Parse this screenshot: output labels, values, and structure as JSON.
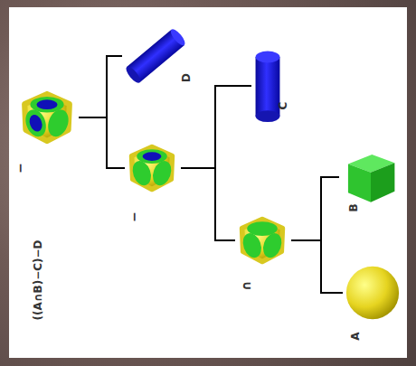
{
  "diagram": {
    "nodes": [
      {
        "text": [
          "−"
        ]
      },
      {
        "text": [
          "D"
        ]
      },
      {
        "text": [
          "−"
        ]
      },
      {
        "text": [
          "C"
        ]
      },
      {
        "text": [
          "∩"
        ]
      },
      {
        "text": [
          "B"
        ]
      },
      {
        "text": [
          "A"
        ]
      }
    ],
    "edges": [
      {
        "from": 0,
        "to": 1,
        "arrow": "none"
      },
      {
        "from": 0,
        "to": 2,
        "arrow": "none"
      },
      {
        "from": 2,
        "to": 3,
        "arrow": "none"
      },
      {
        "from": 2,
        "to": 4,
        "arrow": "none"
      },
      {
        "from": 4,
        "to": 5,
        "arrow": "none"
      },
      {
        "from": 4,
        "to": 6,
        "arrow": "none"
      }
    ],
    "labels": [
      "((A∩B)−C)−D"
    ]
  }
}
